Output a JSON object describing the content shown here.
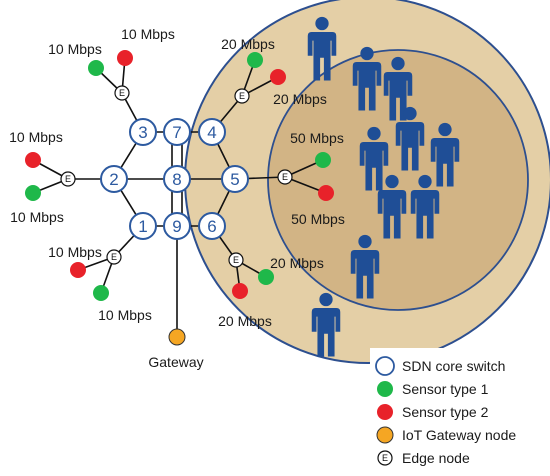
{
  "colors": {
    "switch_stroke": "#2d5aa0",
    "sensor1": "#1fb84a",
    "sensor2": "#e8222a",
    "gateway": "#f5a623",
    "outer_zone": "#e4cfa6",
    "inner_zone": "#d2b485",
    "zone_border": "#2d4f8f",
    "person": "#1f4e96"
  },
  "switches": [
    "1",
    "2",
    "3",
    "4",
    "5",
    "6",
    "7",
    "8",
    "9"
  ],
  "edge_symbol": "E",
  "bandwidth_labels": [
    "10 Mbps",
    "10 Mbps",
    "20 Mbps",
    "20 Mbps",
    "10 Mbps",
    "10 Mbps",
    "50 Mbps",
    "50 Mbps",
    "10 Mbps",
    "10 Mbps",
    "20 Mbps",
    "20 Mbps"
  ],
  "gateway_label": "Gateway",
  "legend": [
    {
      "icon": "switch",
      "label": "SDN core switch"
    },
    {
      "icon": "sensor1",
      "label": "Sensor type 1"
    },
    {
      "icon": "sensor2",
      "label": "Sensor type 2"
    },
    {
      "icon": "gateway",
      "label": "IoT Gateway node"
    },
    {
      "icon": "edge",
      "label": "Edge node"
    }
  ]
}
